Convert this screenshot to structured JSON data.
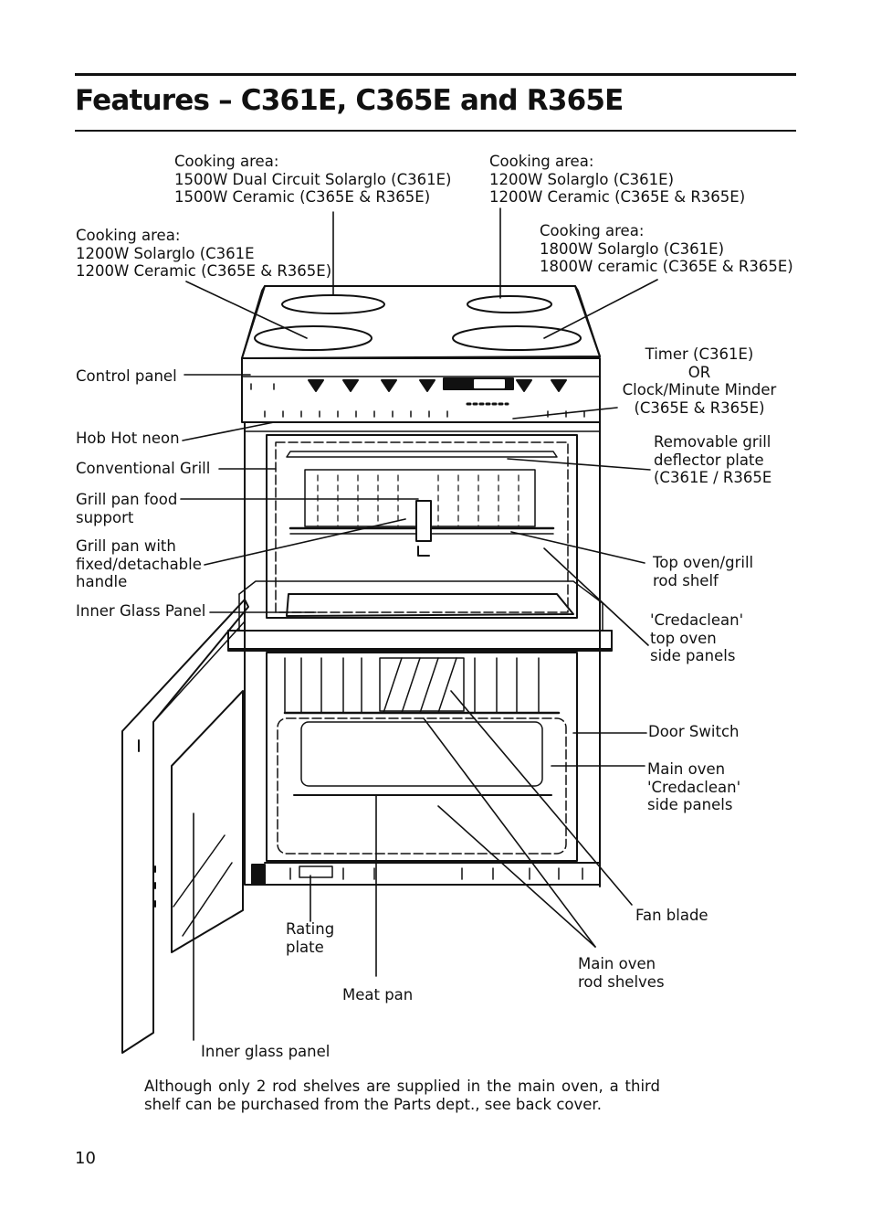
{
  "page": {
    "title": "Features – C361E, C365E and R365E",
    "page_number": "10",
    "note": "Although only 2 rod shelves are supplied in the main oven, a third shelf can be purchased from the Parts dept., see back cover."
  },
  "labels": {
    "cooking_rear_left": [
      "Cooking area:",
      "1500W Dual Circuit Solarglo (C361E)",
      "1500W Ceramic (C365E & R365E)"
    ],
    "cooking_rear_right": [
      "Cooking area:",
      "1200W Solarglo (C361E)",
      "1200W Ceramic (C365E & R365E)"
    ],
    "cooking_front_left": [
      "Cooking area:",
      "1200W Solarglo (C361E",
      "1200W Ceramic (C365E & R365E)"
    ],
    "cooking_front_right": [
      "Cooking area:",
      "1800W Solarglo (C361E)",
      "1800W ceramic (C365E & R365E)"
    ],
    "control_panel": "Control panel",
    "timer": [
      "Timer (C361E)",
      "OR",
      "Clock/Minute Minder",
      "(C365E & R365E)"
    ],
    "hob_hot_neon": "Hob Hot neon",
    "removable_grill": [
      "Removable grill",
      "deflector plate",
      "(C361E / R365E"
    ],
    "conventional_grill": "Conventional Grill",
    "grill_pan_food_support": [
      "Grill pan food",
      "support"
    ],
    "grill_pan_handle": [
      "Grill pan with",
      "fixed/detachable",
      "handle"
    ],
    "top_oven_shelf": [
      "Top oven/grill",
      "rod shelf"
    ],
    "inner_glass_panel_top": "Inner Glass Panel",
    "credaclean_top": [
      "'Credaclean'",
      "top oven",
      "side panels"
    ],
    "door_switch": "Door Switch",
    "credaclean_main": [
      "Main oven",
      "'Credaclean'",
      "side panels"
    ],
    "fan_blade": "Fan blade",
    "rating_plate": [
      "Rating",
      "plate"
    ],
    "main_oven_shelves": [
      "Main oven",
      "rod shelves"
    ],
    "meat_pan": "Meat pan",
    "inner_glass_panel_bottom": "Inner glass panel"
  }
}
